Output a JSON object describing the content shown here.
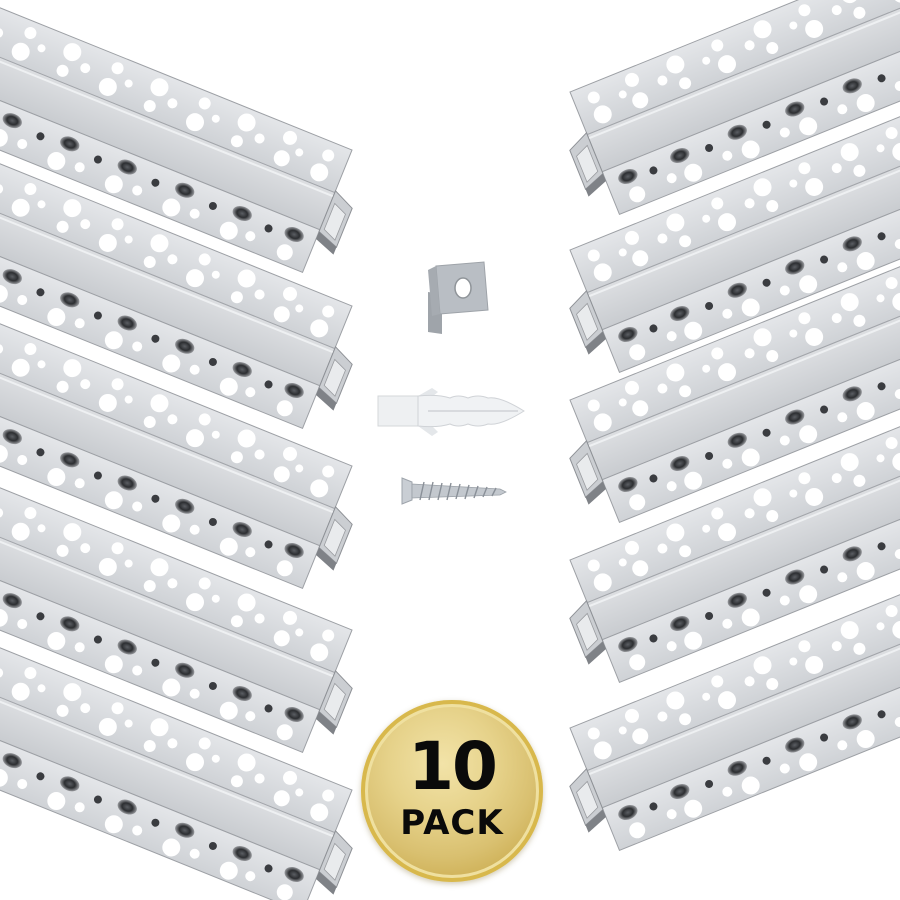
{
  "product_image": {
    "description": "Recessed perforated aluminium LED channel profiles with accessories",
    "background_color": "#ffffff",
    "profile_color": "#d7d9dc",
    "profile_shadow_color": "#8e9196",
    "left_stack": {
      "count": 5,
      "orientation": "descending-right"
    },
    "right_stack": {
      "count": 5,
      "orientation": "ascending-right"
    },
    "accessories": [
      {
        "name": "end-cap",
        "color": "#b9bec4"
      },
      {
        "name": "wall-plug",
        "color": "#eef0f2"
      },
      {
        "name": "screw",
        "color": "#c3c8ce"
      }
    ],
    "badge": {
      "number": "10",
      "label": "PACK",
      "fill_color": "#e2cd82",
      "rim_color": "#c9a94a",
      "text_color": "#0a0a0a"
    }
  }
}
